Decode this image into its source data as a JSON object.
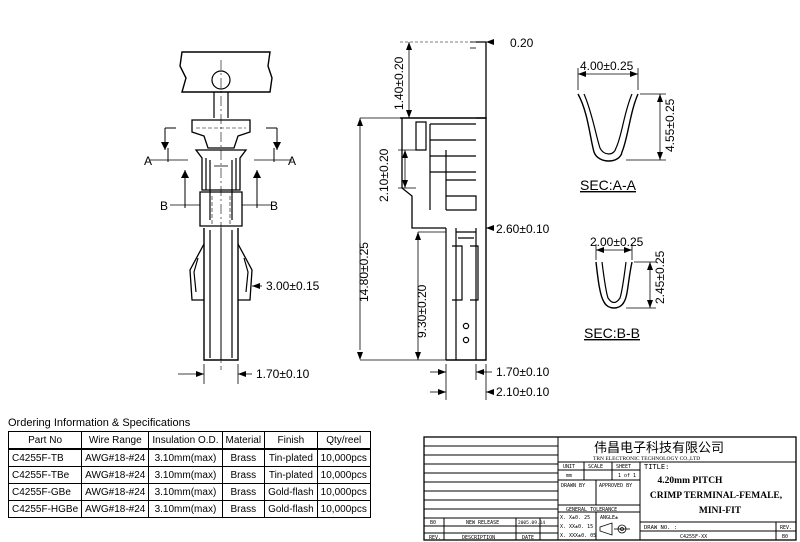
{
  "dimensions": {
    "top_thickness": "0.20",
    "tab_length": "1.40±0.20",
    "barrel_length": "2.10±0.20",
    "total_length": "14.80±0.25",
    "contact_length": "9.30±0.20",
    "width_260": "2.60±0.10",
    "spring_width": "3.00±0.15",
    "bottom_width_left": "1.70±0.10",
    "bottom_width_right": "1.70±0.10",
    "body_width": "2.10±0.10",
    "sec_a_width": "4.00±0.25",
    "sec_a_height": "4.55±0.25",
    "sec_b_width": "2.00±0.25",
    "sec_b_height": "2.45±0.25"
  },
  "section_marks": {
    "a_left": "A",
    "a_right": "A",
    "b_left": "B",
    "b_right": "B"
  },
  "sections": {
    "a": "SEC:A-A",
    "b": "SEC:B-B"
  },
  "ordering": {
    "title": "Ordering Information & Specifications",
    "headers": [
      "Part No",
      "Wire Range",
      "Insulation O.D.",
      "Material",
      "Finish",
      "Qty/reel"
    ],
    "rows": [
      [
        "C4255F-TB",
        "AWG#18-#24",
        "3.10mm(max)",
        "Brass",
        "Tin-plated",
        "10,000pcs"
      ],
      [
        "C4255F-TBe",
        "AWG#18-#24",
        "3.10mm(max)",
        "Brass",
        "Tin-plated",
        "10,000pcs"
      ],
      [
        "C4255F-GBe",
        "AWG#18-#24",
        "3.10mm(max)",
        "Brass",
        "Gold-flash",
        "10,000pcs"
      ],
      [
        "C4255F-HGBe",
        "AWG#18-#24",
        "3.10mm(max)",
        "Brass",
        "Gold-flash",
        "10,000pcs"
      ]
    ]
  },
  "title_block": {
    "company_cn": "伟昌电子科技有限公司",
    "company_en": "TRN ELECTRONIC TECHNOLOGY CO.,LTD",
    "unit_label": "UNIT",
    "unit_value": "mm",
    "scale_label": "SCALE",
    "sheet_label": "SHEET",
    "sheet_value": "1 of 1",
    "title_label": "TITLE:",
    "title_line1": "4.20mm PITCH",
    "title_line2": "CRIMP TERMINAL-FEMALE,",
    "title_line3": "MINI-FIT",
    "drawn_by": "DRAWN BY",
    "approved_by": "APPROVED BY",
    "general_tolerance": "GENERAL TOLERANCE",
    "tol_1": "X. X±0. 25",
    "tol_2": "X. XX±0. 15",
    "tol_3": "X. XXX±0. 05",
    "angle_label": "ANGLE±",
    "drawing_no_label": "DRAW NO. :",
    "drawing_no": "C4255F-XX",
    "rev_label": "REV.",
    "rev_value": "B0",
    "rev_col": "B0",
    "new_release": "NEW RELEASE",
    "release_date": "2005.09.14",
    "rev_header": "REV.",
    "desc_header": "DESCRIPTION",
    "date_header": "DATE"
  }
}
